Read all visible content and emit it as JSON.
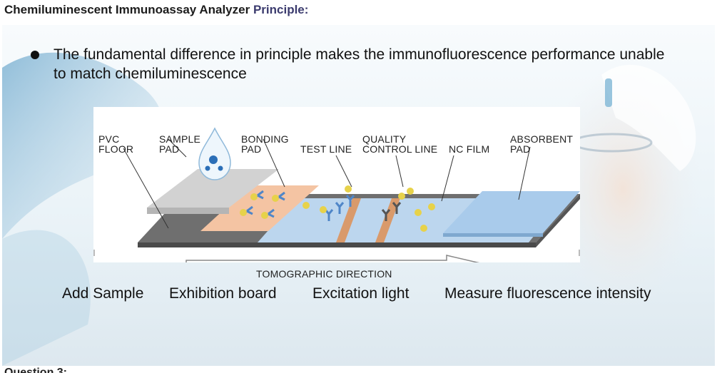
{
  "title": {
    "bold_part": "Chemiluminescent Immunoassay Analyzer",
    "accent_part": "Principle:"
  },
  "bullet": "The fundamental difference in principle makes the immunofluorescence performance unable to match chemiluminescence",
  "diagram": {
    "labels": {
      "pvc_floor": "PVC\nFLOOR",
      "sample_pad": "SAMPLE\nPAD",
      "bonding_pad": "BONDING\nPAD",
      "test_line": "TEST LINE",
      "quality_control_line": "QUALITY\nCONTROL LINE",
      "nc_film": "NC FILM",
      "absorbent_pad": "ABSORBENT\nPAD"
    },
    "direction_label": "TOMOGRAPHIC DIRECTION"
  },
  "captions": [
    "Add Sample",
    "Exhibition board",
    "Excitation light",
    "Measure fluorescence intensity"
  ],
  "footer": "Question 3:",
  "colors": {
    "accent_title": "#3b3b6e",
    "nc_film": "#bcd6ee",
    "bonding_pad": "#f4c4a3",
    "sample_pad": "#cfcfcf",
    "absorbent_pad": "#a9cbeb",
    "base_strip": "#6b6b6b",
    "antibody": "#4f86c8",
    "gold_particle": "#e7d24a"
  }
}
